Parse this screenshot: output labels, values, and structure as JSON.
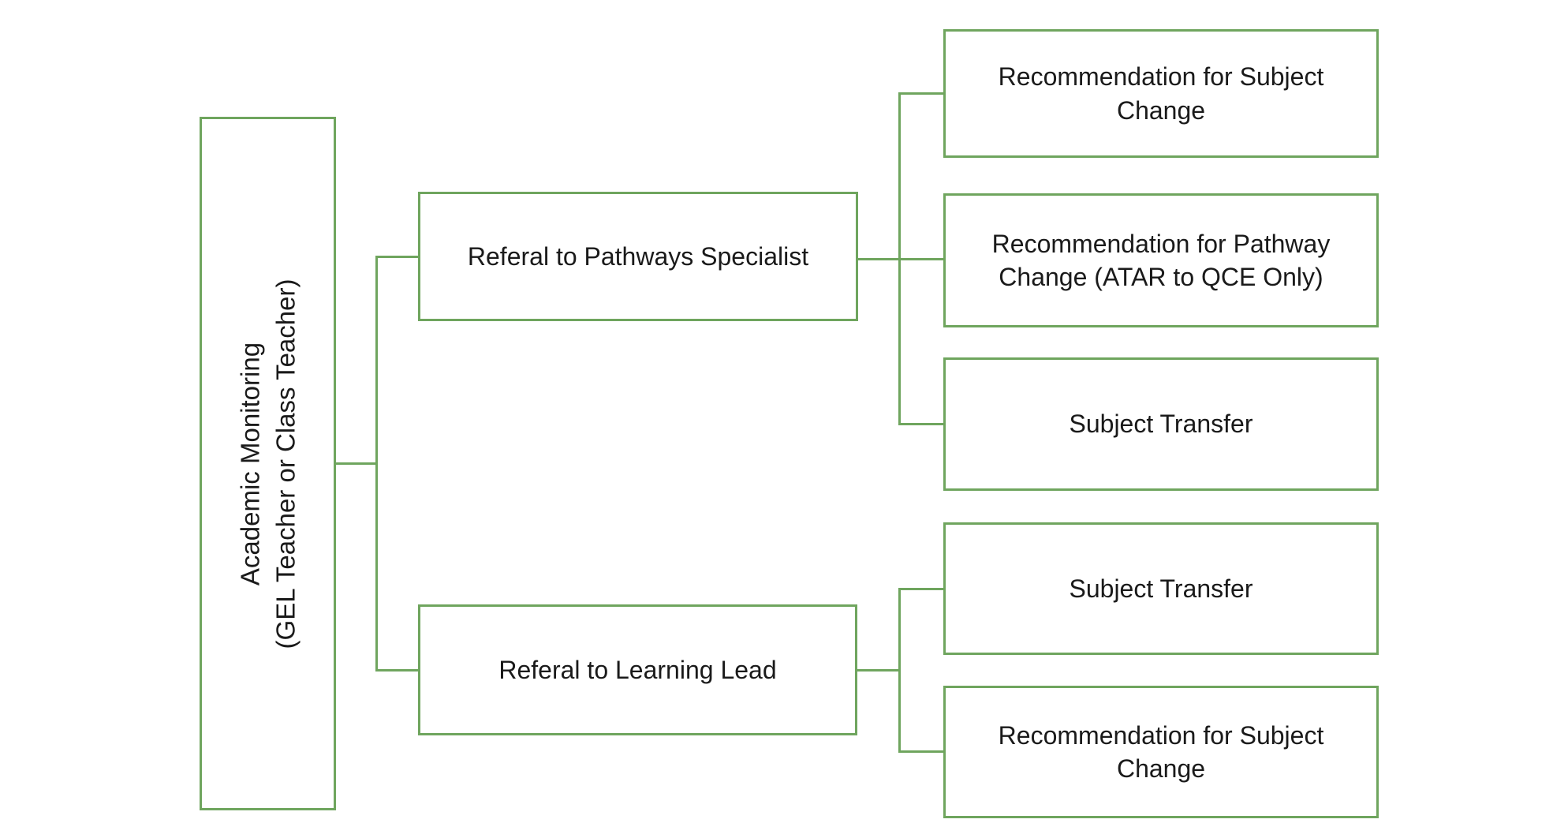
{
  "colors": {
    "accent_green": "#6FA55E",
    "text_black": "#1A1A1A",
    "background_white": "#FFFFFF"
  },
  "nodes": {
    "root": {
      "line1": "Academic Monitoring",
      "line2": "(GEL Teacher or Class Teacher)"
    },
    "referral_pathways": {
      "label": "Referal to Pathways Specialist"
    },
    "referral_learning": {
      "label": "Referal to Learning Lead"
    },
    "pathways_outcomes": [
      {
        "label": "Recommendation for Subject Change"
      },
      {
        "label": "Recommendation for Pathway Change (ATAR to QCE Only)"
      },
      {
        "label": "Subject Transfer"
      }
    ],
    "learning_outcomes": [
      {
        "label": "Subject Transfer"
      },
      {
        "label": "Recommendation for Subject Change"
      }
    ]
  }
}
